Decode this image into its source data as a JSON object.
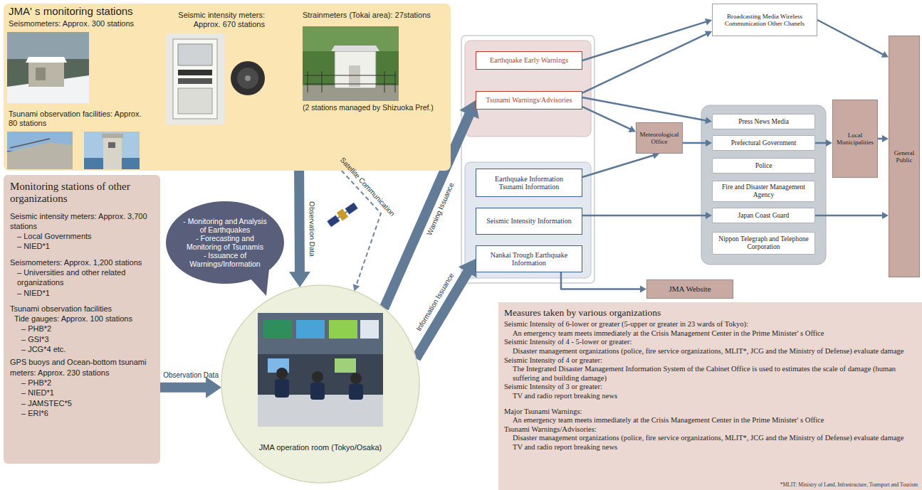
{
  "diagram": {
    "nodes": [
      {
        "text": [
          "JMA' s monitoring stations",
          "Seismometers: Approx. 300 stations",
          "Seismic intensity meters: Approx. 670 stations",
          "Strainmeters (Tokai area): 27stations",
          "(2 stations managed by Shizuoka Pref.)",
          "Tsunami observation facilities: Approx. 80 stations"
        ]
      },
      {
        "text": [
          "Monitoring stations of other organizations",
          "Seismic intensity meters: Approx. 3,700 stations",
          "– Local Governments",
          "– NIED*1",
          "Seismometers: Approx. 1,200 stations",
          "– Universities and other related organizations",
          "– NIED*1",
          "Tsunami observation facilities",
          "Tide gauges: Approx. 100 stations",
          "– PHB*2",
          "– GSI*3",
          "– JCG*4 etc.",
          "GPS buoys and Ocean-bottom tsunami meters: Approx. 230 stations",
          "– PHB*2",
          "– NIED*1",
          "– JAMSTEC*5",
          "– ERI*6"
        ]
      },
      {
        "text": [
          "- Monitoring and Analysis of Earthquakes",
          "- Forecasting and Monitoring of Tsunamis",
          "- Issuance of Warnings/Information"
        ]
      },
      {
        "text": [
          "JMA operation room (Tokyo/Osaka)"
        ]
      },
      {
        "text": [
          "Earthquake Early Warnings"
        ]
      },
      {
        "text": [
          "Tsunami Warnings/Advisories"
        ]
      },
      {
        "text": [
          "Earthquake Information",
          "Tsunami Information"
        ]
      },
      {
        "text": [
          "Seismic Intensity Information"
        ]
      },
      {
        "text": [
          "Nankai Trough Earthquake Information"
        ]
      },
      {
        "text": [
          "Broadcasting Media Wireless Communication Other Chanels"
        ]
      },
      {
        "text": [
          "Meteorological Office"
        ]
      },
      {
        "text": [
          "Press News Media"
        ]
      },
      {
        "text": [
          "Prefectural Government"
        ]
      },
      {
        "text": [
          "Police"
        ]
      },
      {
        "text": [
          "Fire and Disaster Management Agency"
        ]
      },
      {
        "text": [
          "Japan Coast Guard"
        ]
      },
      {
        "text": [
          "Nippon Telegraph and Telephone Corporation"
        ]
      },
      {
        "text": [
          "Local Municipalities"
        ]
      },
      {
        "text": [
          "General Public"
        ]
      },
      {
        "text": [
          "JMA Website"
        ]
      },
      {
        "text": [
          "Measures taken by various organizations",
          "Seismic Intensity of 6-lower or greater (5-upper or greater in 23 wards of Tokyo):",
          "An emergency team meets immediately at the Crisis Management Center in the Prime Minister' s Office",
          "Seismic Intensity of 4 - 5-lower or greater:",
          "Disaster management organizations (police, fire service organizations, MLIT*, JCG and the Ministry of Defense) evaluate damage",
          "Seismic Intensity of 4 or greater:",
          "The Integrated Disaster Management Information System of the Cabinet Office is used to estimates the scale of damage (human suffering and building damage)",
          "Seismic Intensity of 3 or greater:",
          "TV and radio report breaking news",
          "Major Tsunami Warnings:",
          "An emergency team meets immediately at the Crisis Management Center in the Prime Minister' s Office",
          "Tsunami Warnings/Advisories:",
          "Disaster management organizations (police, fire service organizations, MLIT*, JCG and the Ministry of Defense) evaluate damage",
          "TV and radio report breaking news"
        ]
      }
    ],
    "edges": [
      {
        "from": 0,
        "to": 3,
        "label": "Observation Data",
        "arrow": "to"
      },
      {
        "from": 0,
        "to": 3,
        "label": "Satellite Communication",
        "arrow": "to"
      },
      {
        "from": 1,
        "to": 3,
        "label": "Observation Data",
        "arrow": "to"
      },
      {
        "from": 3,
        "to": 5,
        "label": "Warning Issuance",
        "arrow": "to"
      },
      {
        "from": 3,
        "to": 8,
        "label": "Information Issuance",
        "arrow": "to"
      },
      {
        "from": 4,
        "to": 9,
        "arrow": "to"
      },
      {
        "from": 5,
        "to": 9,
        "arrow": "to"
      },
      {
        "from": 5,
        "to": 10,
        "arrow": "to"
      },
      {
        "from": 5,
        "to": 11,
        "arrow": "to"
      },
      {
        "from": 6,
        "to": 10,
        "arrow": "to"
      },
      {
        "from": 10,
        "to": 12,
        "arrow": "to"
      },
      {
        "from": 7,
        "to": 15,
        "arrow": "to"
      },
      {
        "from": 8,
        "to": 19,
        "arrow": "to"
      },
      {
        "from": 9,
        "to": 18,
        "arrow": "to"
      },
      {
        "from": 12,
        "to": 17,
        "arrow": "to"
      },
      {
        "from": 17,
        "to": 18,
        "arrow": "to"
      },
      {
        "from": 15,
        "to": 18,
        "arrow": "to"
      }
    ],
    "labels": [
      "*MLIT: Ministry of Land, Infrastructure, Transport and Tourism"
    ]
  }
}
